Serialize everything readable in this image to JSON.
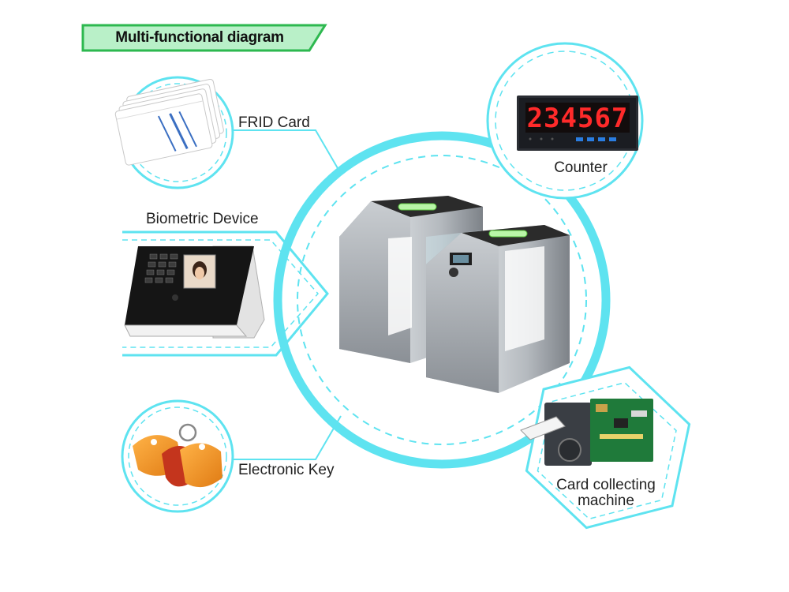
{
  "title": "Multi-functional diagram",
  "labels": {
    "frid_card": "FRID Card",
    "biometric_device": "Biometric Device",
    "electronic_key": "Electronic Key",
    "counter": "Counter",
    "card_collecting_line1": "Card collecting",
    "card_collecting_line2": "machine"
  },
  "counter_display": "234567",
  "colors": {
    "accent_cyan": "#5ee3f0",
    "banner_green": "#2db84f",
    "banner_fill": "#b9f0c8",
    "led_red": "#ff2a2a"
  }
}
